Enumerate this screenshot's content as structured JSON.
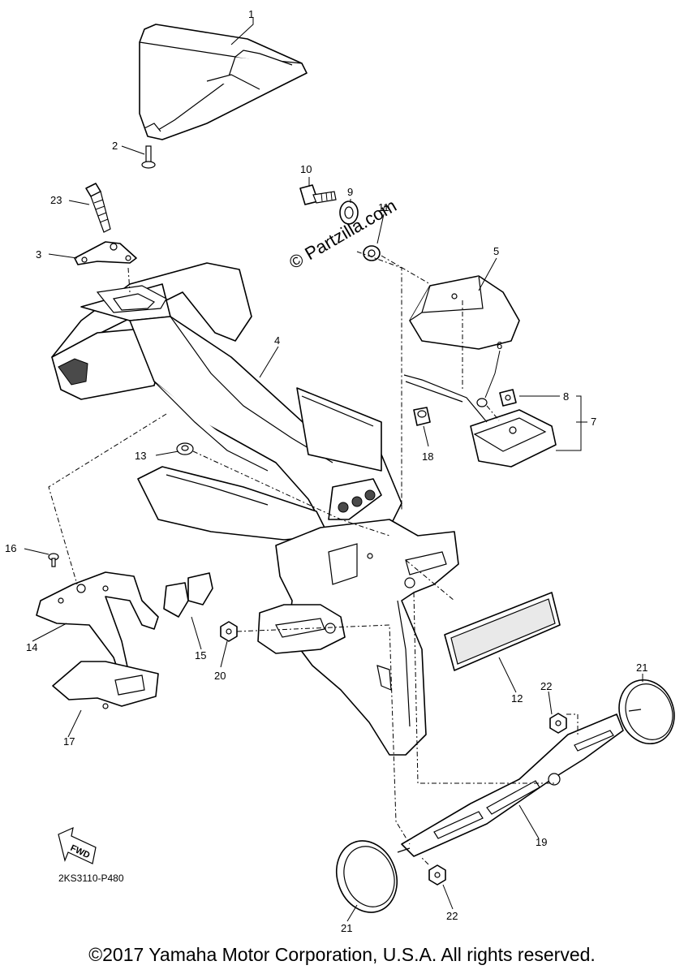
{
  "diagram": {
    "watermark": "© Partzilla.com",
    "fwd_label": "FWD",
    "code": "2KS3110-P480",
    "copyright": "©2017 Yamaha Motor Corporation, U.S.A. All rights reserved.",
    "callouts": {
      "c1": "1",
      "c2": "2",
      "c3": "3",
      "c4": "4",
      "c5": "5",
      "c6": "6",
      "c7": "7",
      "c8": "8",
      "c9": "9",
      "c10": "10",
      "c11": "11",
      "c12": "12",
      "c13": "13",
      "c14": "14",
      "c15": "15",
      "c16": "16",
      "c17": "17",
      "c18": "18",
      "c19": "19",
      "c20": "20",
      "c21a": "21",
      "c21b": "21",
      "c22a": "22",
      "c22b": "22",
      "c23": "23"
    }
  }
}
